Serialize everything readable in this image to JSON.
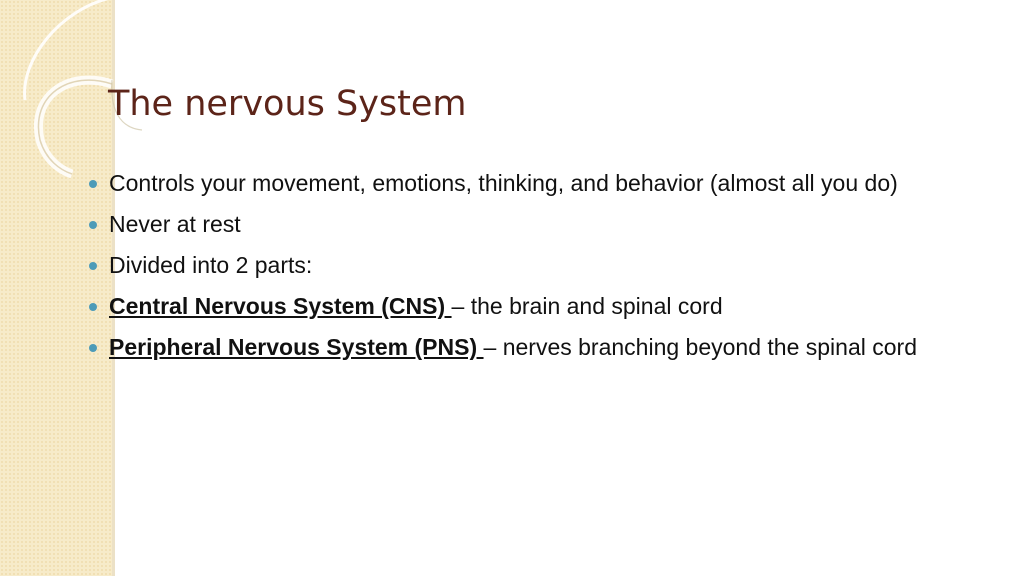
{
  "slide": {
    "title": "The nervous System",
    "bullets": [
      {
        "text": "Controls your movement, emotions, thinking, and behavior (almost all you do)"
      },
      {
        "text": "Never at rest"
      },
      {
        "text": "Divided into 2 parts:"
      },
      {
        "term": "Central Nervous System (CNS) ",
        "text": "– the brain and spinal cord"
      },
      {
        "term": "Peripheral Nervous System (PNS) ",
        "text": "– nerves branching beyond the spinal cord"
      }
    ]
  },
  "colors": {
    "title": "#5c2419",
    "bullet_dot": "#4d9bb8",
    "side_strip": "#f7ebc9"
  }
}
